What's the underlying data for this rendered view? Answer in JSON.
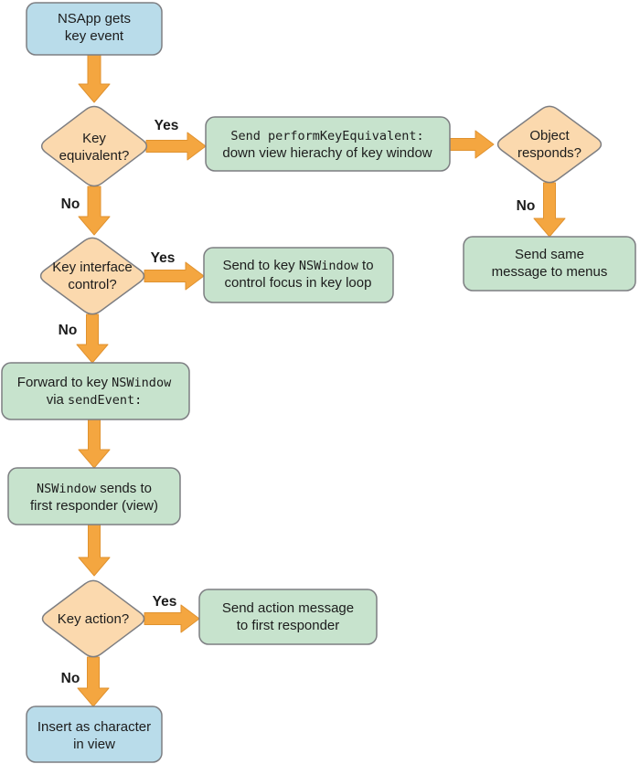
{
  "flowchart": {
    "colors": {
      "process_fill": "#c7e3cd",
      "terminal_fill": "#b9dcea",
      "decision_fill": "#fbd9ae",
      "node_stroke": "#7d7e82",
      "arrow_fill": "#f4a640",
      "arrow_stroke": "#e0922f",
      "text_color": "#1c1c1c"
    },
    "nodes": {
      "start": {
        "line1": "NSApp gets",
        "line2": "key event"
      },
      "key_equivalent": {
        "line1": "Key",
        "line2": "equivalent?"
      },
      "send_perform_key_equivalent": {
        "line1_code": "Send performKeyEquivalent:",
        "line2": "down view hierachy of key window"
      },
      "object_responds": {
        "line1": "Object",
        "line2": "responds?"
      },
      "send_same_message": {
        "line1": "Send same",
        "line2": "message to menus"
      },
      "key_interface_control": {
        "line1": "Key interface",
        "line2": "control?"
      },
      "send_to_key_window": {
        "line1_pre": "Send to key ",
        "line1_code": "NSWindow",
        "line1_post": " to",
        "line2": "control focus in key loop"
      },
      "forward_to_key_window": {
        "line1_pre": "Forward to key ",
        "line1_code": "NSWindow",
        "line2_pre": "via ",
        "line2_code": "sendEvent:"
      },
      "window_sends_first_responder": {
        "line1_code": "NSWindow",
        "line1_post": " sends to",
        "line2": "first responder (view)"
      },
      "key_action": {
        "line1": "Key action?"
      },
      "send_action_message": {
        "line1": "Send action message",
        "line2": "to first responder"
      },
      "insert_character": {
        "line1": "Insert as character",
        "line2": "in view"
      }
    },
    "labels": {
      "yes_key_equivalent": "Yes",
      "no_key_equivalent": "No",
      "no_object_responds": "No",
      "yes_key_interface": "Yes",
      "no_key_interface": "No",
      "yes_key_action": "Yes",
      "no_key_action": "No"
    }
  }
}
